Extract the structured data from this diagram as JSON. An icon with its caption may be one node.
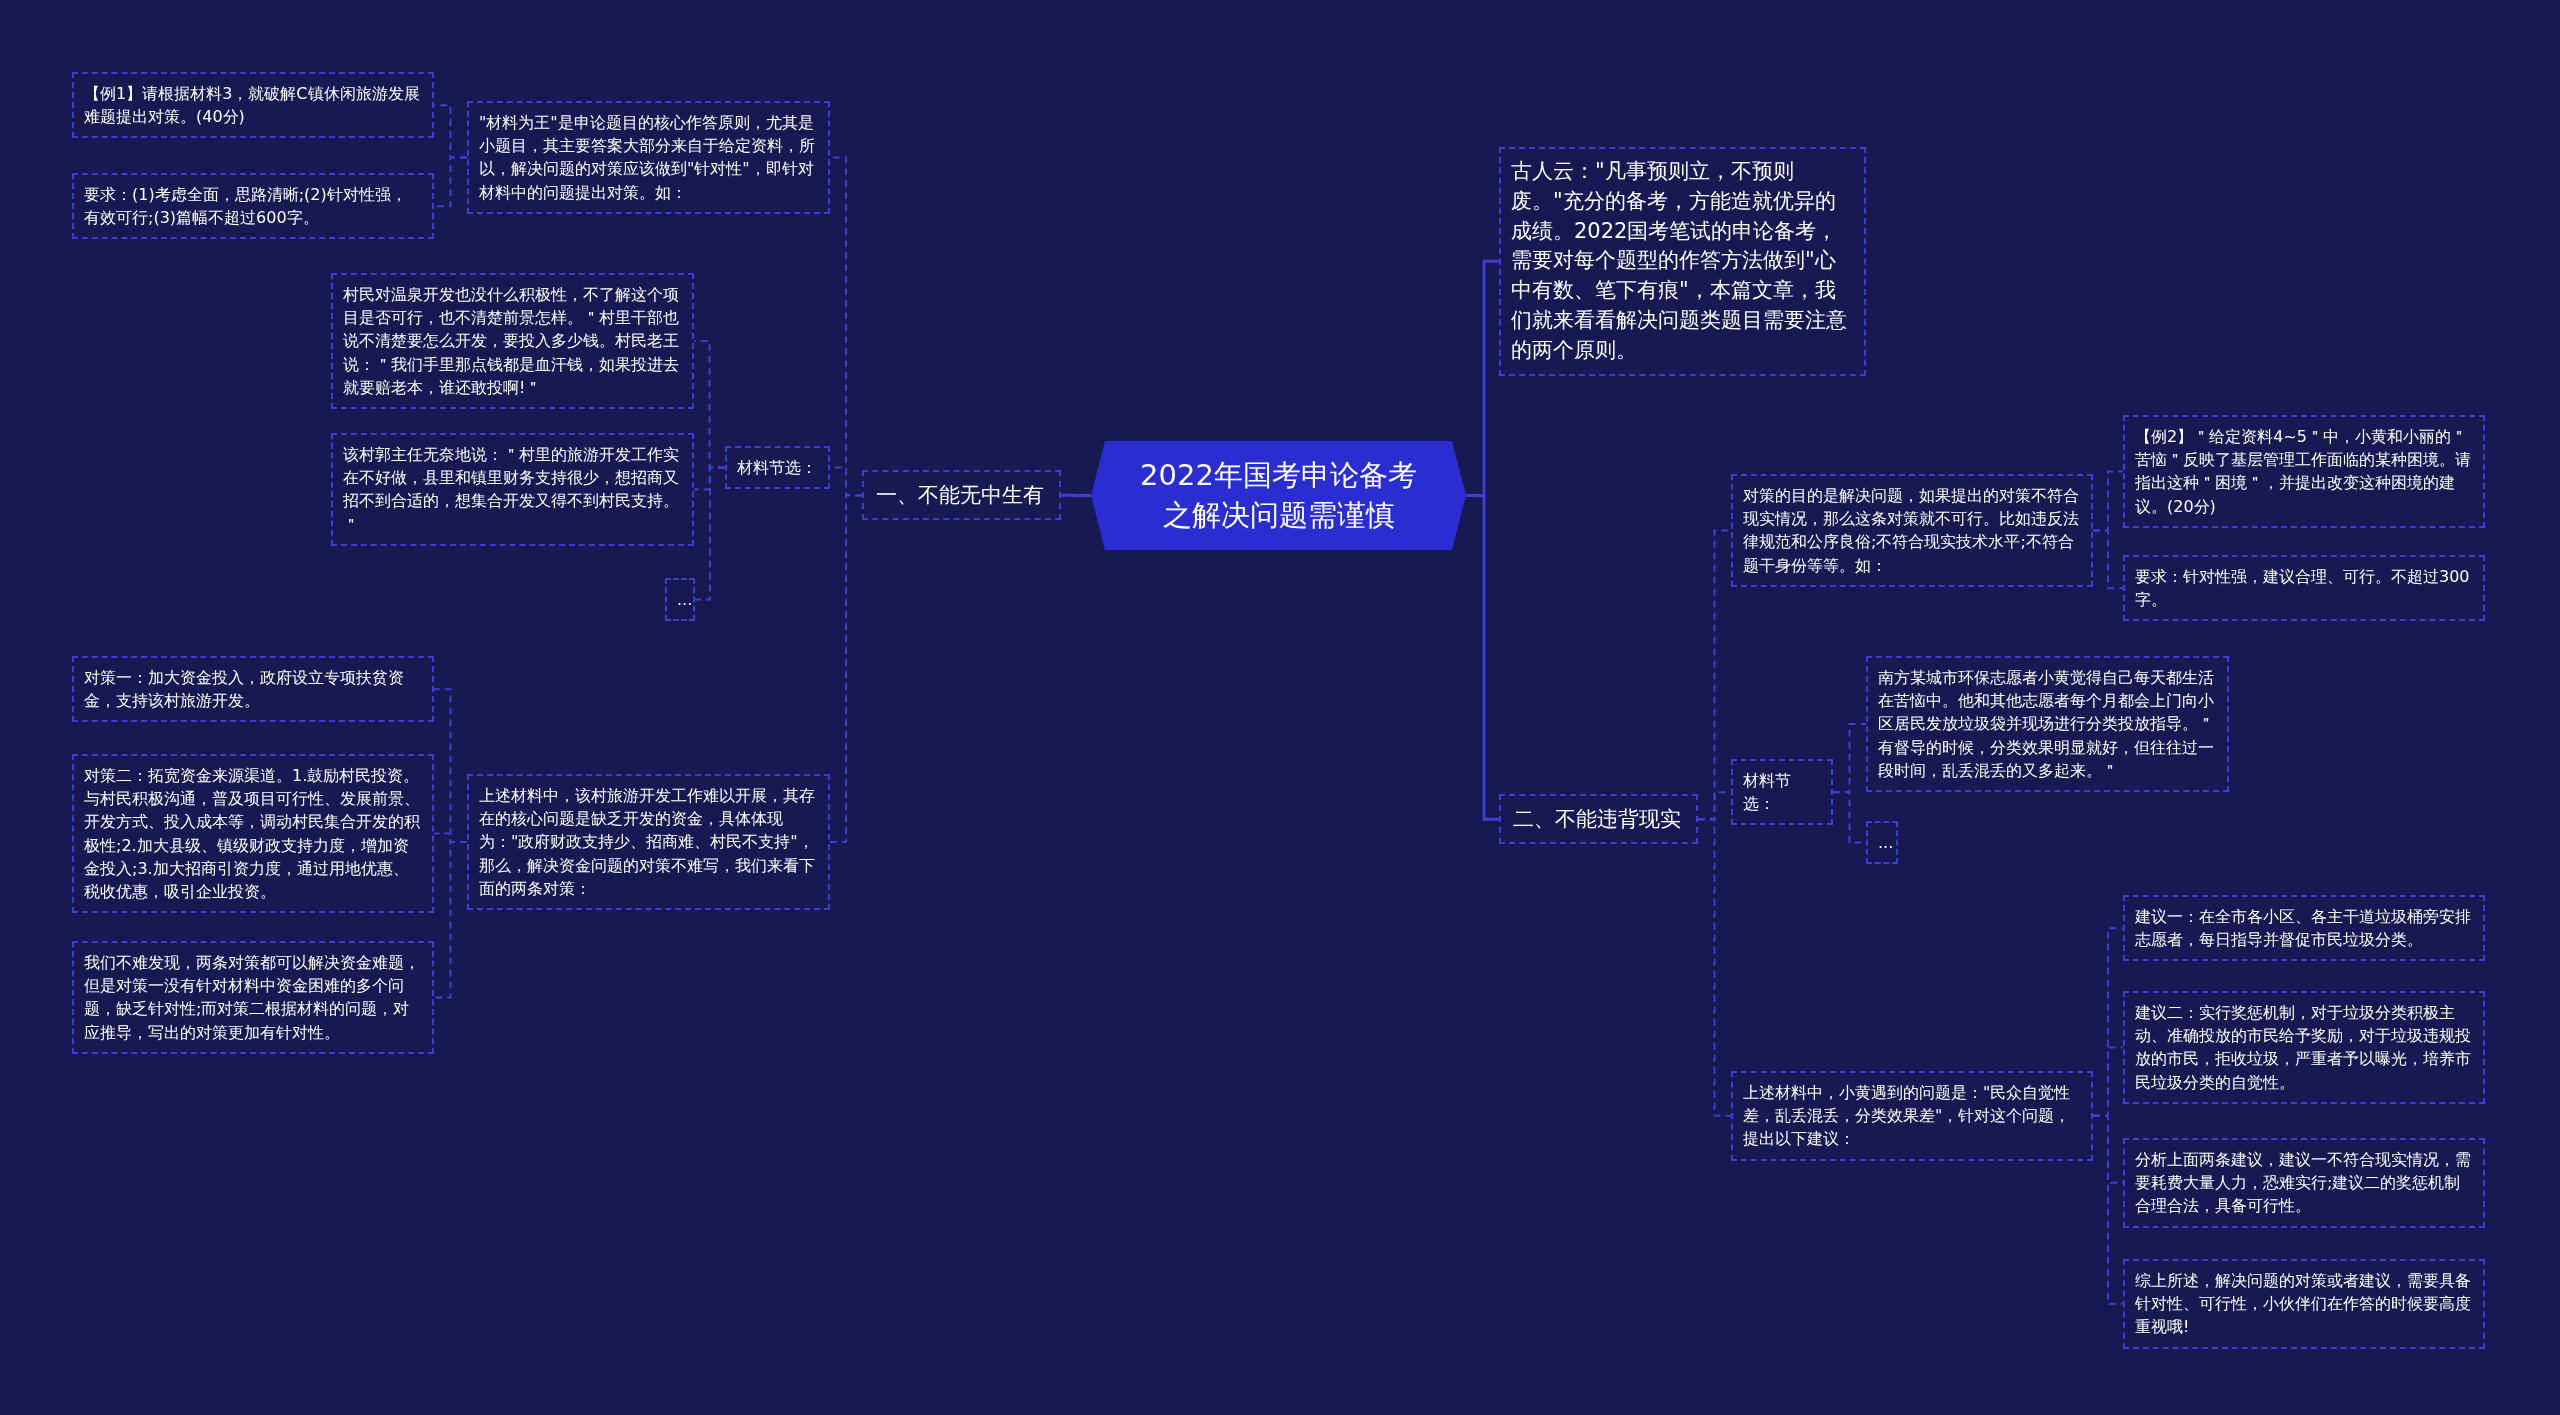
{
  "diagram": {
    "nodes": [
      {
        "text": [
          "2022年国考申论备考之解决问题需谨慎"
        ]
      },
      {
        "text": [
          "一、不能无中生有"
        ]
      },
      {
        "text": [
          "\"材料为王\"是申论题目的核心作答原则，尤其是小题目，其主要答案大部分来自于给定资料，所以，解决问题的对策应该做到\"针对性\"，即针对材料中的问题提出对策。如："
        ]
      },
      {
        "text": [
          "【例1】请根据材料3，就破解C镇休闲旅游发展难题提出对策。(40分)"
        ]
      },
      {
        "text": [
          "要求：(1)考虑全面，思路清晰;(2)针对性强，有效可行;(3)篇幅不超过600字。"
        ]
      },
      {
        "text": [
          "材料节选："
        ]
      },
      {
        "text": [
          "村民对温泉开发也没什么积极性，不了解这个项目是否可行，也不清楚前景怎样。＂村里干部也说不清楚要怎么开发，要投入多少钱。村民老王说：＂我们手里那点钱都是血汗钱，如果投进去就要赔老本，谁还敢投啊!＂"
        ]
      },
      {
        "text": [
          "该村郭主任无奈地说：＂村里的旅游开发工作实在不好做，县里和镇里财务支持很少，想招商又招不到合适的，想集合开发又得不到村民支持。＂"
        ]
      },
      {
        "text": [
          "..."
        ]
      },
      {
        "text": [
          "上述材料中，该村旅游开发工作难以开展，其存在的核心问题是缺乏开发的资金，具体体现为：\"政府财政支持少、招商难、村民不支持\"，那么，解决资金问题的对策不难写，我们来看下面的两条对策："
        ]
      },
      {
        "text": [
          "对策一：加大资金投入，政府设立专项扶贫资金，支持该村旅游开发。"
        ]
      },
      {
        "text": [
          "对策二：拓宽资金来源渠道。1.鼓励村民投资。与村民积极沟通，普及项目可行性、发展前景、开发方式、投入成本等，调动村民集合开发的积极性;2.加大县级、镇级财政支持力度，增加资金投入;3.加大招商引资力度，通过用地优惠、税收优惠，吸引企业投资。"
        ]
      },
      {
        "text": [
          "我们不难发现，两条对策都可以解决资金难题，但是对策一没有针对材料中资金困难的多个问题，缺乏针对性;而对策二根据材料的问题，对应推导，写出的对策更加有针对性。"
        ]
      },
      {
        "text": [
          "古人云：\"凡事预则立，不预则废。\"充分的备考，方能造就优异的成绩。2022国考笔试的申论备考，需要对每个题型的作答方法做到\"心中有数、笔下有痕\"，本篇文章，我们就来看看解决问题类题目需要注意的两个原则。"
        ]
      },
      {
        "text": [
          "二、不能违背现实"
        ]
      },
      {
        "text": [
          "对策的目的是解决问题，如果提出的对策不符合现实情况，那么这条对策就不可行。比如违反法律规范和公序良俗;不符合现实技术水平;不符合题干身份等等。如："
        ]
      },
      {
        "text": [
          "【例2】＂给定资料4~5＂中，小黄和小丽的＂苦恼＂反映了基层管理工作面临的某种困境。请指出这种＂困境＂，并提出改变这种困境的建议。(20分)"
        ]
      },
      {
        "text": [
          "要求：针对性强，建议合理、可行。不超过300字。"
        ]
      },
      {
        "text": [
          "材料节选："
        ]
      },
      {
        "text": [
          "南方某城市环保志愿者小黄觉得自己每天都生活在苦恼中。他和其他志愿者每个月都会上门向小区居民发放垃圾袋并现场进行分类投放指导。＂有督导的时候，分类效果明显就好，但往往过一段时间，乱丢混丢的又多起来。＂"
        ]
      },
      {
        "text": [
          "..."
        ]
      },
      {
        "text": [
          "上述材料中，小黄遇到的问题是：\"民众自觉性差，乱丢混丢，分类效果差\"，针对这个问题，提出以下建议："
        ]
      },
      {
        "text": [
          "建议一：在全市各小区、各主干道垃圾桶旁安排志愿者，每日指导并督促市民垃圾分类。"
        ]
      },
      {
        "text": [
          "建议二：实行奖惩机制，对于垃圾分类积极主动、准确投放的市民给予奖励，对于垃圾违规投放的市民，拒收垃圾，严重者予以曝光，培养市民垃圾分类的自觉性。"
        ]
      },
      {
        "text": [
          "分析上面两条建议，建议一不符合现实情况，需要耗费大量人力，恐难实行;建议二的奖惩机制合理合法，具备可行性。"
        ]
      },
      {
        "text": [
          "综上所述，解决问题的对策或者建议，需要具备针对性、可行性，小伙伴们在作答的时候要高度重视哦!"
        ]
      }
    ],
    "edges": [
      {
        "from": 0,
        "to": 1,
        "arrow": "none"
      },
      {
        "from": 1,
        "to": 2,
        "arrow": "none",
        "style": "dashed"
      },
      {
        "from": 2,
        "to": 3,
        "arrow": "none",
        "style": "dashed"
      },
      {
        "from": 2,
        "to": 4,
        "arrow": "none",
        "style": "dashed"
      },
      {
        "from": 1,
        "to": 5,
        "arrow": "none",
        "style": "dashed"
      },
      {
        "from": 5,
        "to": 6,
        "arrow": "none",
        "style": "dashed"
      },
      {
        "from": 5,
        "to": 7,
        "arrow": "none",
        "style": "dashed"
      },
      {
        "from": 5,
        "to": 8,
        "arrow": "none",
        "style": "dashed"
      },
      {
        "from": 1,
        "to": 9,
        "arrow": "none",
        "style": "dashed"
      },
      {
        "from": 9,
        "to": 10,
        "arrow": "none",
        "style": "dashed"
      },
      {
        "from": 9,
        "to": 11,
        "arrow": "none",
        "style": "dashed"
      },
      {
        "from": 9,
        "to": 12,
        "arrow": "none",
        "style": "dashed"
      },
      {
        "from": 0,
        "to": 13,
        "arrow": "none"
      },
      {
        "from": 0,
        "to": 14,
        "arrow": "none"
      },
      {
        "from": 14,
        "to": 15,
        "arrow": "none",
        "style": "dashed"
      },
      {
        "from": 15,
        "to": 16,
        "arrow": "none",
        "style": "dashed"
      },
      {
        "from": 15,
        "to": 17,
        "arrow": "none",
        "style": "dashed"
      },
      {
        "from": 14,
        "to": 18,
        "arrow": "none",
        "style": "dashed"
      },
      {
        "from": 18,
        "to": 19,
        "arrow": "none",
        "style": "dashed"
      },
      {
        "from": 18,
        "to": 20,
        "arrow": "none",
        "style": "dashed"
      },
      {
        "from": 14,
        "to": 21,
        "arrow": "none",
        "style": "dashed"
      },
      {
        "from": 21,
        "to": 22,
        "arrow": "none",
        "style": "dashed"
      },
      {
        "from": 21,
        "to": 23,
        "arrow": "none",
        "style": "dashed"
      },
      {
        "from": 21,
        "to": 24,
        "arrow": "none",
        "style": "dashed"
      },
      {
        "from": 21,
        "to": 25,
        "arrow": "none",
        "style": "dashed"
      }
    ]
  }
}
